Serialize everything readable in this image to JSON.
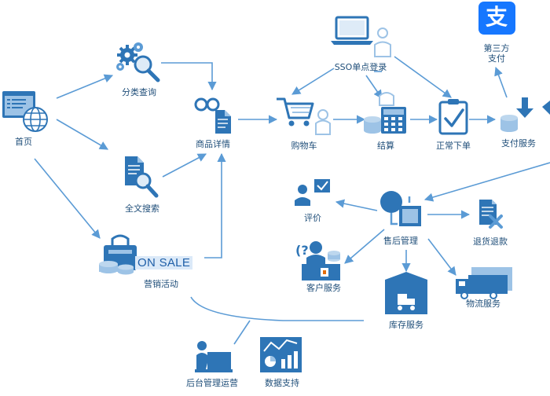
{
  "nodes": {
    "home": "首页",
    "category_query": "分类查询",
    "fulltext_search": "全文搜索",
    "marketing": "营销活动",
    "on_sale": "ON SALE",
    "product_detail": "商品详情",
    "sso_login": "SSO单点登录",
    "cart": "购物车",
    "checkout": "结算",
    "place_order": "正常下单",
    "payment_service": "支付服务",
    "third_party_pay_line1": "第三方",
    "third_party_pay_line2": "支付",
    "alipay_glyph": "支",
    "review": "评价",
    "after_sales": "售后管理",
    "return_refund": "退货退款",
    "customer_service": "客户服务",
    "inventory_service": "库存服务",
    "logistics_service": "物流服务",
    "backend_ops": "后台管理运营",
    "data_support": "数据支持"
  },
  "colors": {
    "arrow": "#5b9bd5",
    "icon_dark": "#2e75b6",
    "icon_light": "#9dc3e6",
    "label": "#1f4e79",
    "alipay": "#1677ff"
  }
}
